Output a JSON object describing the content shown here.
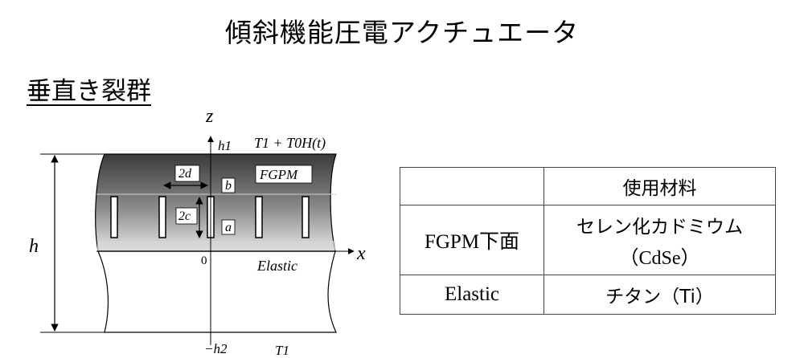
{
  "title": "傾斜機能圧電アクチュエータ",
  "subtitle": "垂直き裂群",
  "diagram": {
    "axis_z": "z",
    "axis_x": "x",
    "h1": "h1",
    "h2": "−h2",
    "origin": "0",
    "top_load": "T1 + T0H(t)",
    "bottom_load": "T1",
    "h": "h",
    "fgpm": "FGPM",
    "elastic": "Elastic",
    "dim_2d": "2d",
    "dim_2c": "2c",
    "label_a": "a",
    "label_b": "b"
  },
  "table": {
    "header": [
      "",
      "使用材料"
    ],
    "rows": [
      {
        "layer": "FGPM下面",
        "material": "セレン化カドミウム",
        "formula": "（CdSe）"
      },
      {
        "layer": "Elastic",
        "material": "チタン（Ti）",
        "formula": ""
      }
    ]
  },
  "colors": {
    "fgpm_dark": "#3a3a3a",
    "fgpm_light": "#e8e8e8",
    "line": "#000000"
  }
}
